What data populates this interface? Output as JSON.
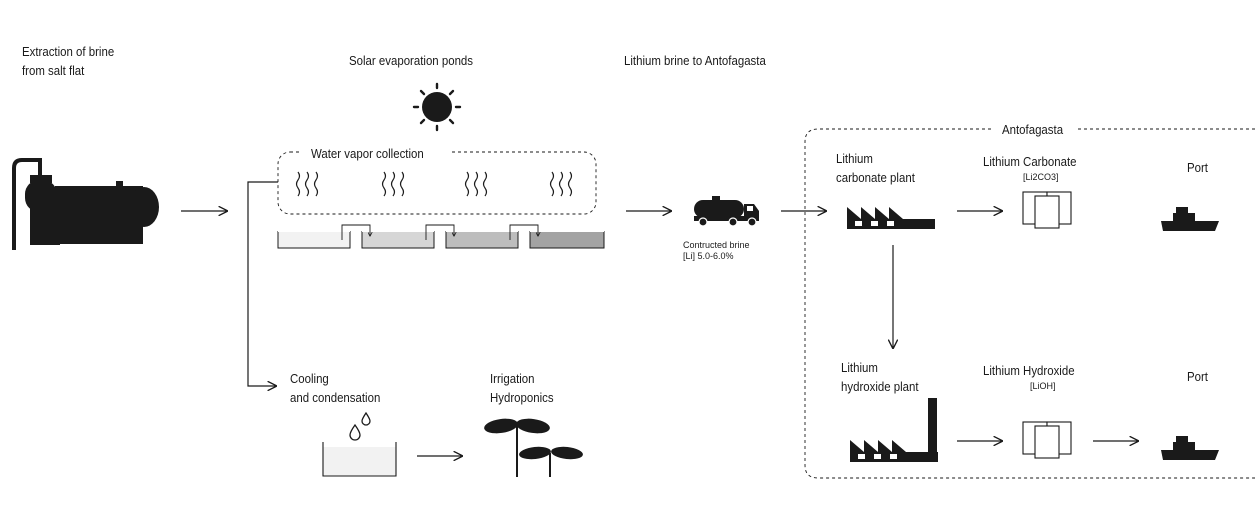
{
  "labels": {
    "extraction_line1": "Extraction of brine",
    "extraction_line2": "from salt flat",
    "solar_ponds": "Solar evaporation ponds",
    "water_vapor": "Water vapor collection",
    "brine_transport": "Lithium brine to Antofagasta",
    "brine_caption_line1": "Contructed brine",
    "brine_caption_line2": "[Li] 5.0-6.0%",
    "antofagasta": "Antofagasta",
    "carbonate_plant_line1": "Lithium",
    "carbonate_plant_line2": "carbonate plant",
    "carbonate_product": "Lithium Carbonate",
    "carbonate_formula": "[Li2CO3]",
    "port_top": "Port",
    "hydroxide_plant_line1": "Lithium",
    "hydroxide_plant_line2": "hydroxide plant",
    "hydroxide_product": "Lithium Hydroxide",
    "hydroxide_formula": "[LiOH]",
    "port_bottom": "Port",
    "cooling_line1": "Cooling",
    "cooling_line2": "and condensation",
    "irrigation_line1": "Irrigation",
    "irrigation_line2": "Hydroponics"
  },
  "icons": {
    "pump": "pumpjack-icon",
    "sun": "sun-icon",
    "vapor": "vapor-wave-icon",
    "truck": "tanker-truck-icon",
    "factory": "factory-icon",
    "product": "product-sheet-icon",
    "ship": "ship-icon",
    "drops": "water-drops-icon",
    "plant": "sprout-icon"
  },
  "colors": {
    "ink": "#1a1a1a",
    "pond_fills": [
      "#f2f2f2",
      "#d6d6d6",
      "#bdbdbd",
      "#a3a3a3"
    ]
  }
}
